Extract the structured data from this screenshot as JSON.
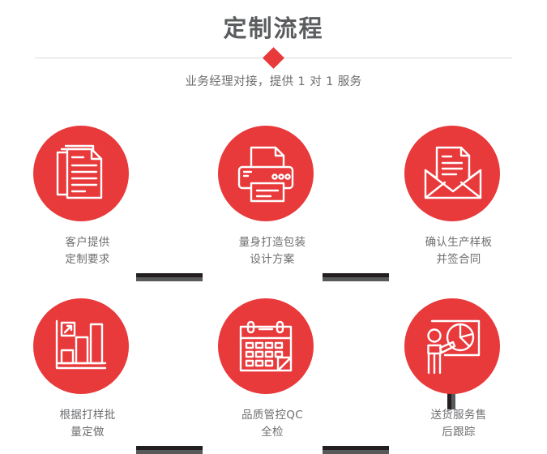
{
  "header": {
    "title": "定制流程",
    "subtitle": "业务经理对接，提供 1 对 1 服务",
    "accent_color": "#e8393b",
    "text_color": "#6d6e70",
    "title_color": "#5b5c5e",
    "divider_color": "#d9d9d9",
    "diamond_icon": "diamond-marker"
  },
  "flow": {
    "connector_dark_color": "#231f20",
    "connector_gray_color": "#58595b",
    "circle_color": "#e8393b",
    "steps": [
      {
        "index": 1,
        "icon": "documents-stack-icon",
        "line1": "客户提供",
        "line2": "定制要求"
      },
      {
        "index": 2,
        "icon": "printer-icon",
        "line1": "量身打造包装",
        "line2": "设计方案"
      },
      {
        "index": 3,
        "icon": "open-envelope-document-icon",
        "line1": "确认生产样板",
        "line2": "并签合同"
      },
      {
        "index": 4,
        "icon": "bar-chart-growth-icon",
        "line1": "根据打样批",
        "line2": "量定做"
      },
      {
        "index": 5,
        "icon": "calendar-icon",
        "line1": "品质管控QC",
        "line2": "全检"
      },
      {
        "index": 6,
        "icon": "presenter-pie-chart-icon",
        "line1": "送货服务售",
        "line2": "后跟踪"
      }
    ],
    "connectors": [
      {
        "name": "connector-step1-step2",
        "orientation": "horizontal"
      },
      {
        "name": "connector-step2-step3",
        "orientation": "horizontal"
      },
      {
        "name": "connector-step4-step5",
        "orientation": "horizontal"
      },
      {
        "name": "connector-step5-step6",
        "orientation": "horizontal"
      },
      {
        "name": "connector-step3-step6",
        "orientation": "vertical"
      }
    ]
  }
}
